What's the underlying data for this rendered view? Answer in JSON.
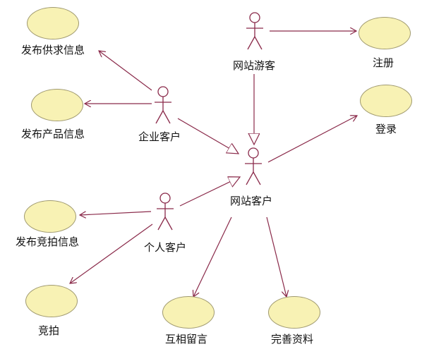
{
  "actors": {
    "visitor": "网站游客",
    "enterprise": "企业客户",
    "site_customer": "网站客户",
    "individual": "个人客户"
  },
  "use_cases": {
    "publish_supply_demand": "发布供求信息",
    "publish_product": "发布产品信息",
    "publish_auction": "发布竞拍信息",
    "bid": "竞拍",
    "register": "注册",
    "login": "登录",
    "message": "互相留言",
    "complete_profile": "完善资料"
  },
  "colors": {
    "use_case_fill": "#f8f2b4",
    "line": "#8a2a4a"
  }
}
